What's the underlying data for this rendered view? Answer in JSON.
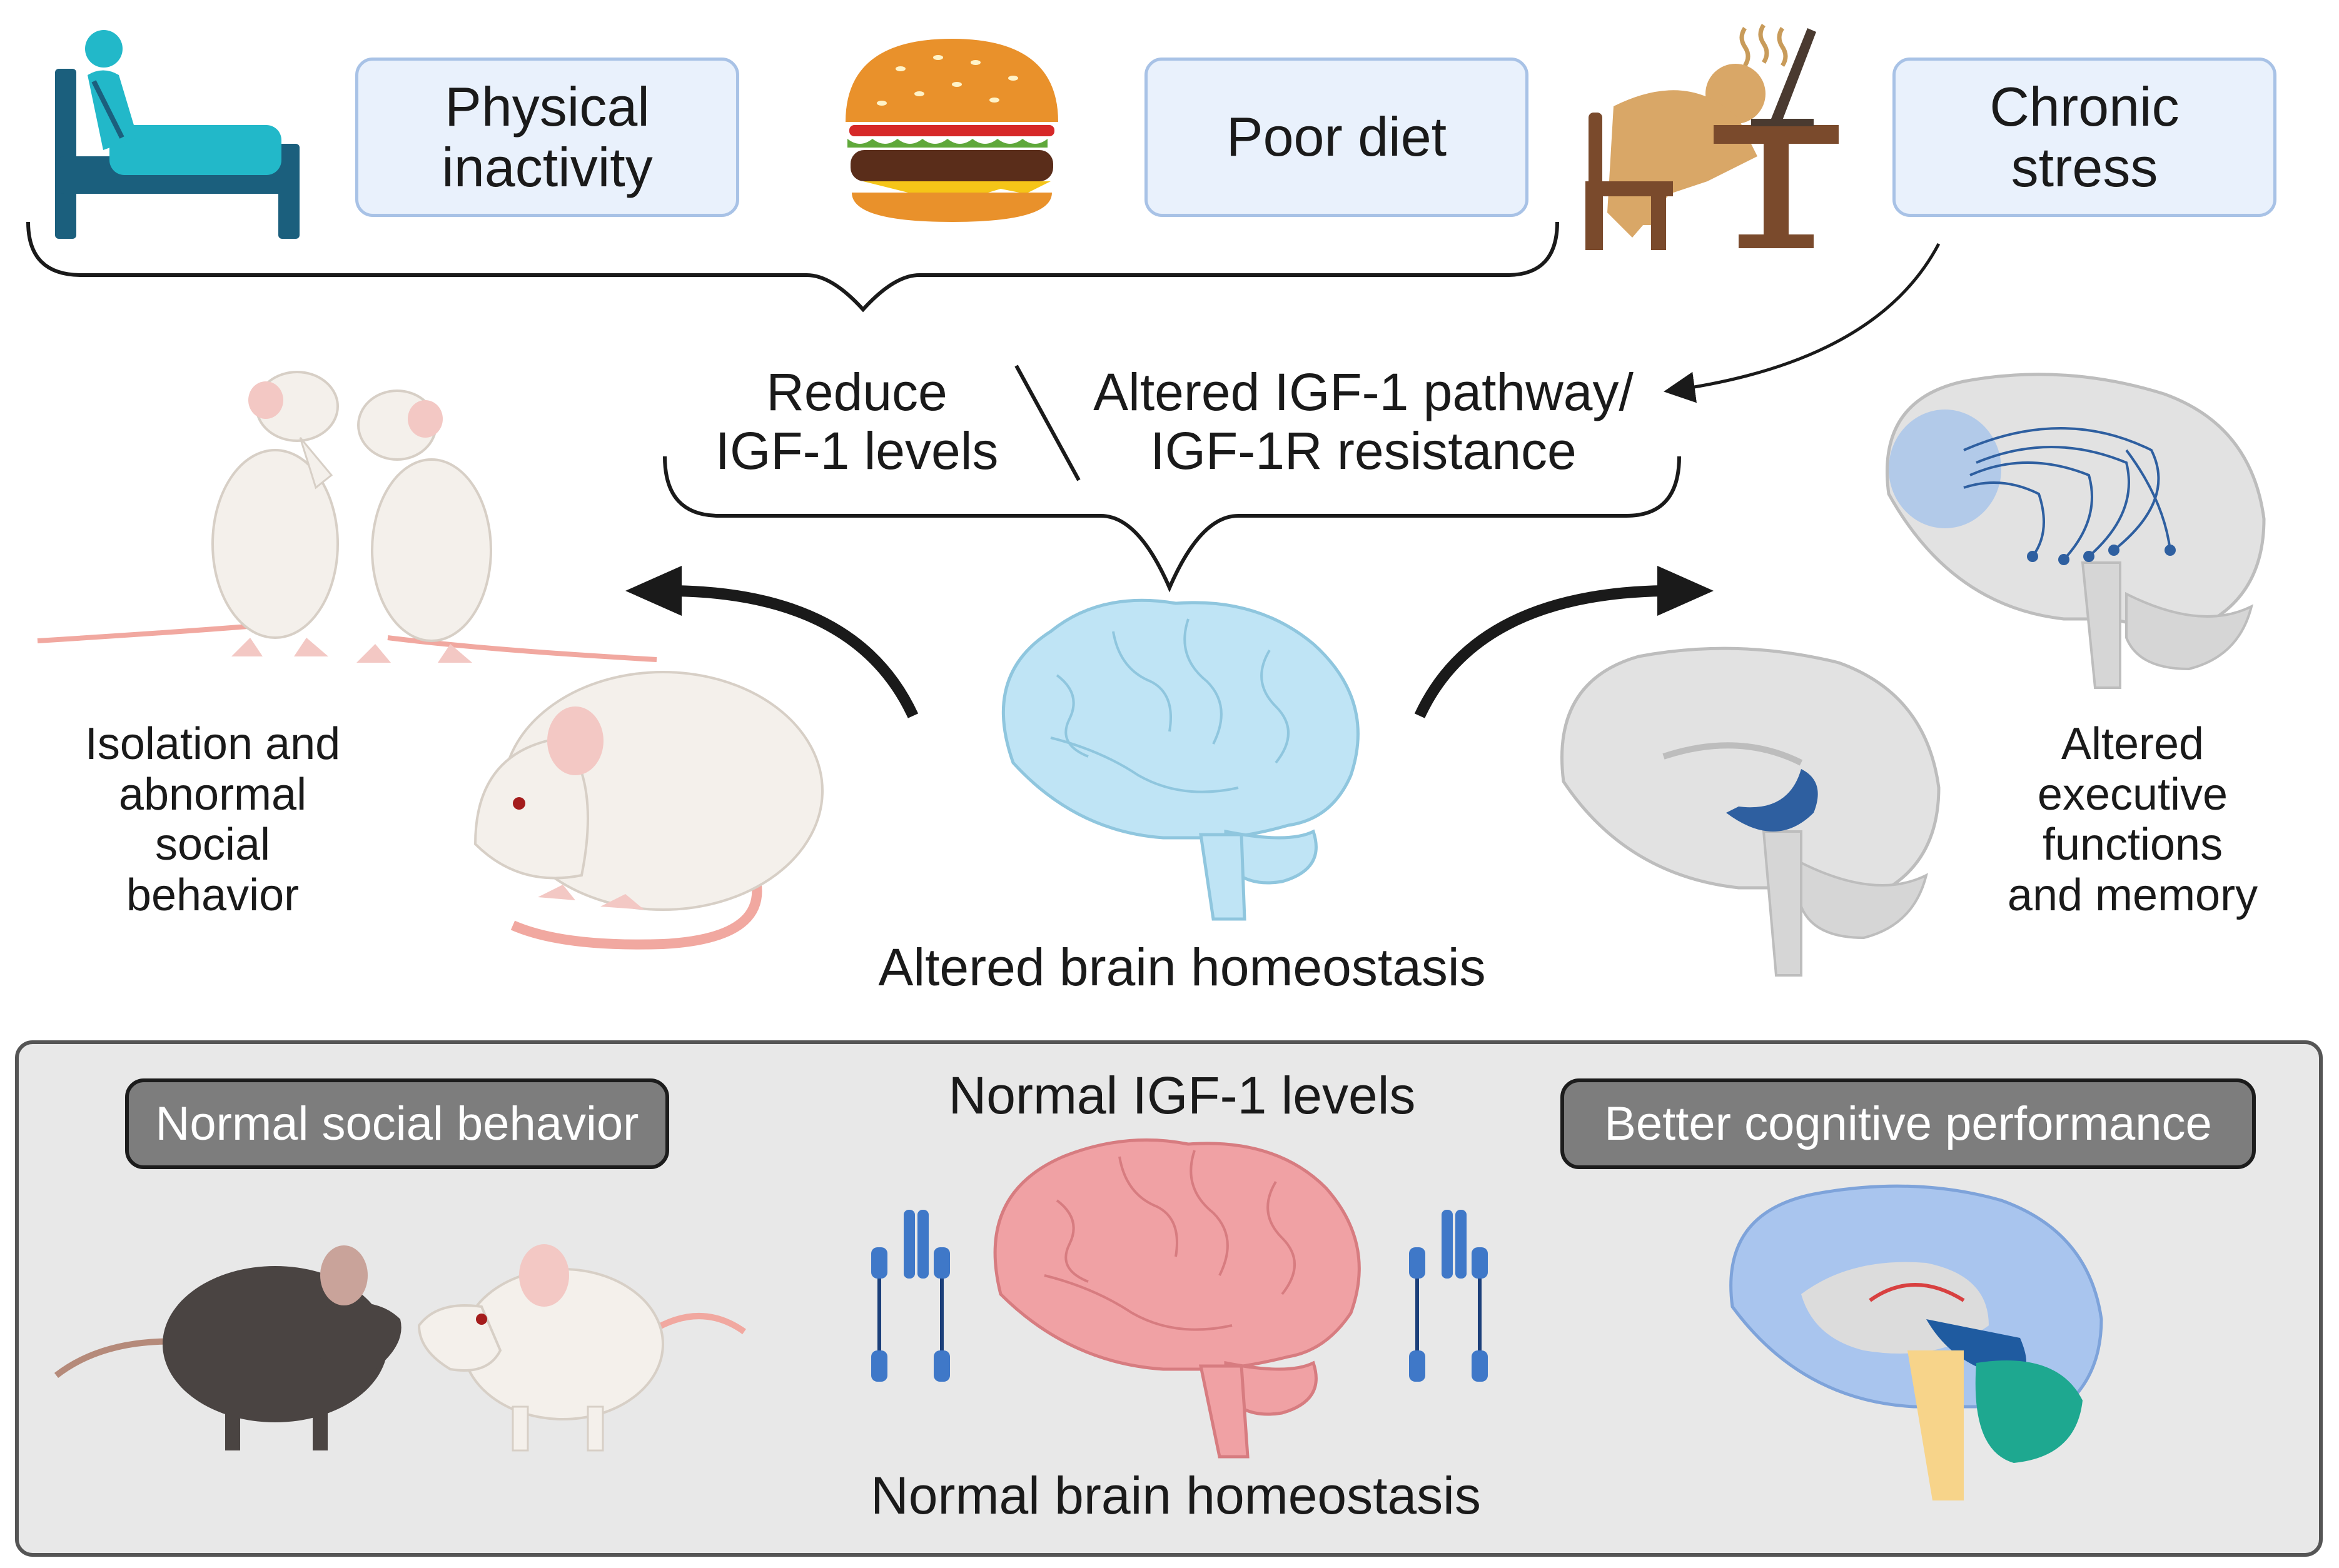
{
  "top_row": {
    "box_physical": "Physical\ninactivity",
    "box_diet": "Poor diet",
    "box_stress": "Chronic\nstress"
  },
  "middle": {
    "reduce_label": "Reduce\nIGF-1 levels",
    "altered_pathway_label": "Altered IGF-1 pathway/\nIGF-1R resistance",
    "altered_homeostasis": "Altered brain homeostasis",
    "left_outcome": "Isolation and\nabnormal\nsocial\nbehavior",
    "right_outcome": "Altered\nexecutive\nfunctions\nand memory"
  },
  "bottom": {
    "social_box": "Normal social behavior",
    "igf_levels": "Normal IGF-1 levels",
    "cognitive_box": "Better cognitive performance",
    "normal_homeostasis": "Normal brain homeostasis"
  },
  "colors": {
    "box_fill": "#e9f1fc",
    "box_border": "#a8c2e6",
    "bed_teal": "#22b8c9",
    "bed_navy": "#1b5f7d",
    "brain_blue": "#bfe4f5",
    "brain_pink": "#f0a1a4",
    "receptor_blue": "#3f78c8",
    "panel_bg": "#e8e8e8"
  }
}
